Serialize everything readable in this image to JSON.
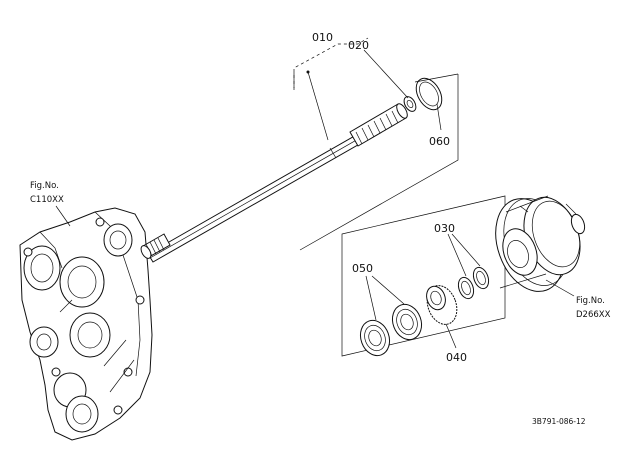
{
  "callouts": {
    "p010": "010",
    "p020": "020",
    "p030": "030",
    "p040": "040",
    "p050": "050",
    "p060": "060"
  },
  "references": {
    "left_fig_prefix": "Fig.No.",
    "left_fig_code": "C110XX",
    "right_fig_prefix": "Fig.No.",
    "right_fig_code": "D266XX"
  },
  "drawing_id": "3B791-086-12",
  "line_color": "#111111",
  "background": "#ffffff"
}
